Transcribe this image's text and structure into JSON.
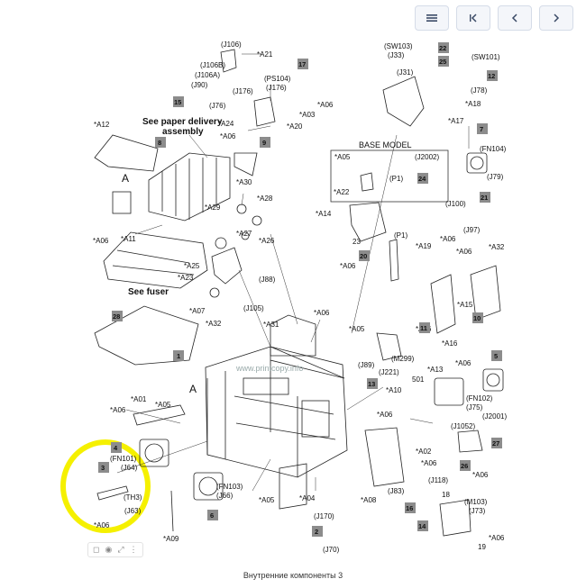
{
  "toolbar": {
    "icons": [
      "list-menu-icon",
      "first-page-icon",
      "previous-page-icon",
      "next-page-icon"
    ]
  },
  "caption": "Внутренние компоненты 3",
  "watermark": "www.printcopy.info",
  "headings": {
    "paper_delivery": "See paper delivery",
    "paper_delivery2": "assembly",
    "see_fuser": "See fuser",
    "base_model": "BASE MODEL",
    "assembly_a": "A",
    "frame_a": "A"
  },
  "callouts": [
    {
      "t": "(J106)"
    },
    {
      "t": "*A21"
    },
    {
      "t": "(J106B)"
    },
    {
      "t": "(J106A)"
    },
    {
      "t": "(J90)"
    },
    {
      "t": "(J76)"
    },
    {
      "t": "(J176)"
    },
    {
      "t": "(PS104)"
    },
    {
      "t": "(J176)"
    },
    {
      "t": "*A24"
    },
    {
      "t": "*A06"
    },
    {
      "t": "*A20"
    },
    {
      "t": "*A03"
    },
    {
      "t": "*A06"
    },
    {
      "t": "*A12"
    },
    {
      "t": "*A30"
    },
    {
      "t": "*A28"
    },
    {
      "t": "*A29"
    },
    {
      "t": "*A27"
    },
    {
      "t": "*A26"
    },
    {
      "t": "*A06"
    },
    {
      "t": "*A11"
    },
    {
      "t": "*A25"
    },
    {
      "t": "*A23"
    },
    {
      "t": "*A07"
    },
    {
      "t": "*A32"
    },
    {
      "t": "(J88)"
    },
    {
      "t": "(J105)"
    },
    {
      "t": "*A31"
    },
    {
      "t": "*A06"
    },
    {
      "t": "(SW103)"
    },
    {
      "t": "(J33)"
    },
    {
      "t": "(J31)"
    },
    {
      "t": "(SW101)"
    },
    {
      "t": "(J78)"
    },
    {
      "t": "*A18"
    },
    {
      "t": "*A17"
    },
    {
      "t": "*A05"
    },
    {
      "t": "(J2002)"
    },
    {
      "t": "(P1)"
    },
    {
      "t": "*A22"
    },
    {
      "t": "(FN104)"
    },
    {
      "t": "(J79)"
    },
    {
      "t": "(J100)"
    },
    {
      "t": "(J97)"
    },
    {
      "t": "*A14"
    },
    {
      "t": "(P1)"
    },
    {
      "t": "*A19"
    },
    {
      "t": "*A06"
    },
    {
      "t": "*A06"
    },
    {
      "t": "*A32"
    },
    {
      "t": "*A06"
    },
    {
      "t": "*A15"
    },
    {
      "t": "*A06"
    },
    {
      "t": "*A05"
    },
    {
      "t": "*A16"
    },
    {
      "t": "(M299)"
    },
    {
      "t": "(J89)"
    },
    {
      "t": "(J221)"
    },
    {
      "t": "*A13"
    },
    {
      "t": "*A06"
    },
    {
      "t": "501"
    },
    {
      "t": "*A10"
    },
    {
      "t": "(FN102)"
    },
    {
      "t": "(J75)"
    },
    {
      "t": "*A06"
    },
    {
      "t": "(J1052)"
    },
    {
      "t": "(J2001)"
    },
    {
      "t": "*A02"
    },
    {
      "t": "*A06"
    },
    {
      "t": "*A01"
    },
    {
      "t": "*A06"
    },
    {
      "t": "*A05"
    },
    {
      "t": "(FN101)"
    },
    {
      "t": "(J64)"
    },
    {
      "t": "(TH3)"
    },
    {
      "t": "(J63)"
    },
    {
      "t": "(FN103)"
    },
    {
      "t": "(J66)"
    },
    {
      "t": "*A05"
    },
    {
      "t": "*A04"
    },
    {
      "t": "*A08"
    },
    {
      "t": "(J83)"
    },
    {
      "t": "(J118)"
    },
    {
      "t": "(M103)"
    },
    {
      "t": "(J73)"
    },
    {
      "t": "(J170)"
    },
    {
      "t": "(J70)"
    },
    {
      "t": "*A09"
    },
    {
      "t": "*A06"
    },
    {
      "t": "*A06"
    },
    {
      "t": "*A06"
    },
    {
      "t": "23"
    },
    {
      "t": "18"
    },
    {
      "t": "19"
    }
  ],
  "tags": [
    {
      "n": "17"
    },
    {
      "n": "15"
    },
    {
      "n": "22"
    },
    {
      "n": "25"
    },
    {
      "n": "12"
    },
    {
      "n": "8"
    },
    {
      "n": "9"
    },
    {
      "n": "7"
    },
    {
      "n": "24"
    },
    {
      "n": "21"
    },
    {
      "n": "20"
    },
    {
      "n": "10"
    },
    {
      "n": "28"
    },
    {
      "n": "1"
    },
    {
      "n": "11"
    },
    {
      "n": "5"
    },
    {
      "n": "13"
    },
    {
      "n": "27"
    },
    {
      "n": "4"
    },
    {
      "n": "3"
    },
    {
      "n": "6"
    },
    {
      "n": "26"
    },
    {
      "n": "16"
    },
    {
      "n": "14"
    },
    {
      "n": "2"
    }
  ],
  "highlight": {
    "color": "#f5f000"
  }
}
